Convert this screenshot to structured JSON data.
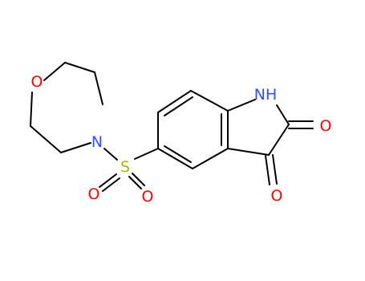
{
  "molecule": {
    "atoms": [
      {
        "id": "O1",
        "label": "O",
        "color": "#ff0000"
      },
      {
        "id": "N1",
        "label": "N",
        "color": "#3050f8"
      },
      {
        "id": "S1",
        "label": "S",
        "color": "#b2b200"
      },
      {
        "id": "O2",
        "label": "O",
        "color": "#ff0000"
      },
      {
        "id": "O3",
        "label": "O",
        "color": "#ff0000"
      },
      {
        "id": "NH",
        "label": "NH",
        "color": "#3050f8"
      },
      {
        "id": "O4",
        "label": "O",
        "color": "#ff0000"
      },
      {
        "id": "O5",
        "label": "O",
        "color": "#ff0000"
      }
    ]
  }
}
